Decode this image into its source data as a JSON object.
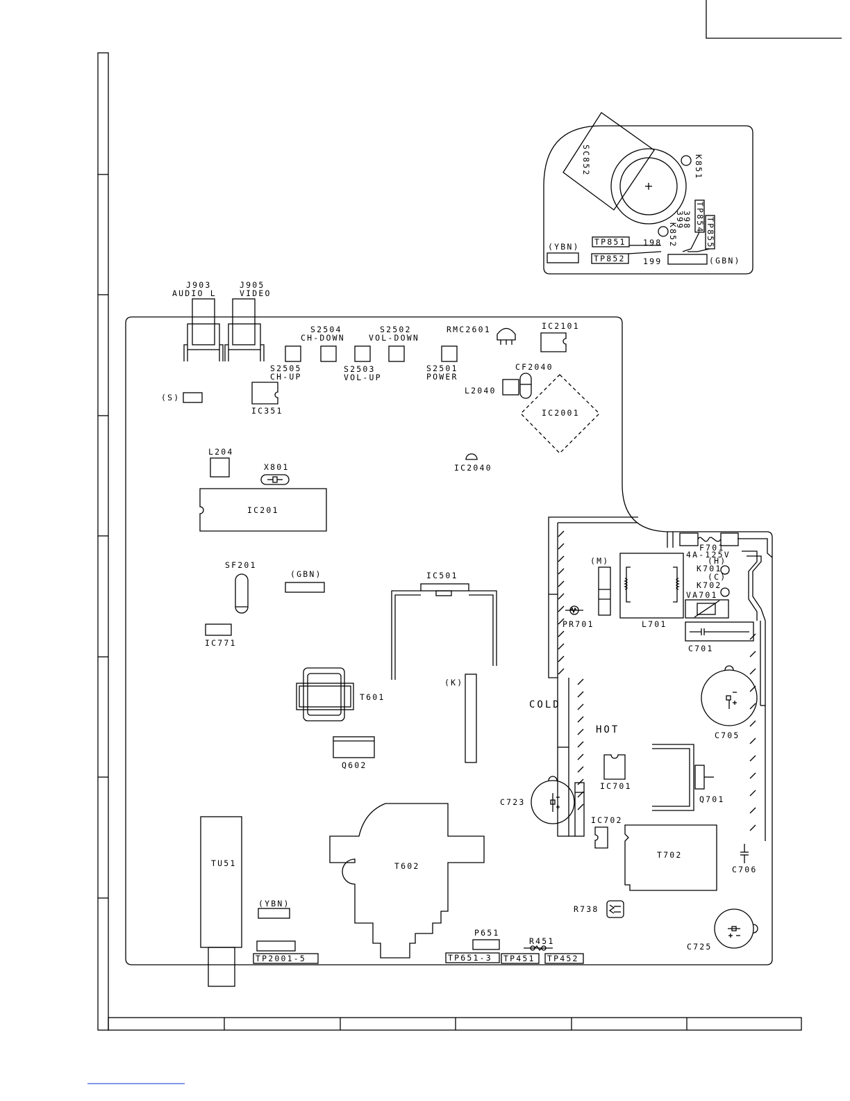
{
  "labels": {
    "sc852": "SC852",
    "k851": "K851",
    "tp854": "TP854",
    "tp855": "TP855",
    "n398": "398",
    "n399": "399",
    "k852": "K852",
    "tp851": "TP851",
    "tp852": "TP852",
    "n198": "198",
    "n199": "199",
    "ybn_top": "(YBN)",
    "gbn_top": "(GBN)",
    "j903": "J903",
    "audio_l": "AUDIO L",
    "j905": "J905",
    "video": "VIDEO",
    "s2504": "S2504",
    "ch_down": "CH-DOWN",
    "s2502": "S2502",
    "vol_down": "VOL-DOWN",
    "rmc2601": "RMC2601",
    "ic2101": "IC2101",
    "s2505": "S2505",
    "ch_up": "CH-UP",
    "s2503": "S2503",
    "vol_up": "VOL-UP",
    "s2501": "S2501",
    "power": "POWER",
    "cf2040": "CF2040",
    "l2040": "L2040",
    "s_conn": "(S)",
    "ic351": "IC351",
    "ic2001": "IC2001",
    "l204": "L204",
    "x801": "X801",
    "ic2040": "IC2040",
    "ic201": "IC201",
    "f701": "F701",
    "fuse_rating": "4A-125V",
    "h": "(H)",
    "k701": "K701",
    "c": "(C)",
    "k702": "K702",
    "m": "(M)",
    "va701": "VA701",
    "sf201": "SF201",
    "gbn_main": "(GBN)",
    "ic501": "IC501",
    "pr701": "PR701",
    "l701": "L701",
    "c701": "C701",
    "ic771": "IC771",
    "t601": "T601",
    "k_conn": "(K)",
    "cold": "COLD",
    "hot": "HOT",
    "c705": "C705",
    "q602": "Q602",
    "ic701": "IC701",
    "c723": "C723",
    "q701": "Q701",
    "ic702": "IC702",
    "t702": "T702",
    "c706": "C706",
    "tu51": "TU51",
    "t602": "T602",
    "ybn_main": "(YBN)",
    "r738": "R738",
    "p651": "P651",
    "r451": "R451",
    "c725": "C725",
    "tp2001_5": "TP2001-5",
    "tp651_3": "TP651-3",
    "tp451": "TP451",
    "tp452": "TP452"
  }
}
